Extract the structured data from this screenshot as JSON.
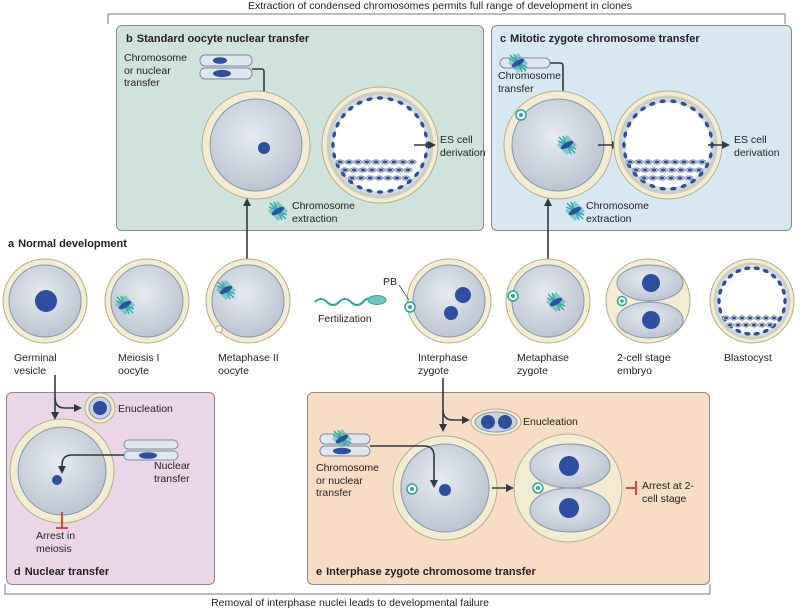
{
  "top_caption": "Extraction of condensed chromosomes permits full range of development in clones",
  "bottom_caption": "Removal of interphase nuclei leads to developmental failure",
  "colors": {
    "panel_b": "#cfe3dc",
    "panel_c": "#d8e8f3",
    "panel_d": "#ead6e6",
    "panel_e": "#f8dcc3",
    "cell_fill": "#c9d1dc",
    "zona_fill": "#f2ecd2",
    "nucleus": "#2d4f9f",
    "spindle": "#2aa6a0",
    "arrest": "#e0312d"
  },
  "panels": {
    "b": {
      "letter": "b",
      "title": "Standard oocyte nuclear transfer",
      "inject_label": "Chromosome or nuclear transfer",
      "outcome_label": "ES cell derivation"
    },
    "c": {
      "letter": "c",
      "title": "Mitotic zygote chromosome transfer",
      "inject_label": "Chromosome transfer",
      "outcome_label": "ES cell derivation"
    },
    "d": {
      "letter": "d",
      "title": "Nuclear transfer",
      "enucleation_label": "Enucleation",
      "inject_label": "Nuclear transfer",
      "outcome_label": "Arrest in meiosis"
    },
    "e": {
      "letter": "e",
      "title": "Interphase zygote chromosome transfer",
      "enucleation_label": "Enucleation",
      "inject_label": "Chromosome or nuclear transfer",
      "outcome_label": "Arrest at 2-cell stage"
    }
  },
  "normal_development": {
    "letter": "a",
    "title": "Normal development",
    "extraction_label_left": "Chromosome extraction",
    "extraction_label_right": "Chromosome extraction",
    "fertilization_label": "Fertilization",
    "pb_label": "PB",
    "stages": [
      {
        "label": "Germinal vesicle"
      },
      {
        "label": "Meiosis I oocyte"
      },
      {
        "label": "Metaphase II oocyte"
      },
      {
        "label": "Interphase zygote"
      },
      {
        "label": "Metaphase zygote"
      },
      {
        "label": "2-cell stage embryo"
      },
      {
        "label": "Blastocyst"
      }
    ]
  }
}
